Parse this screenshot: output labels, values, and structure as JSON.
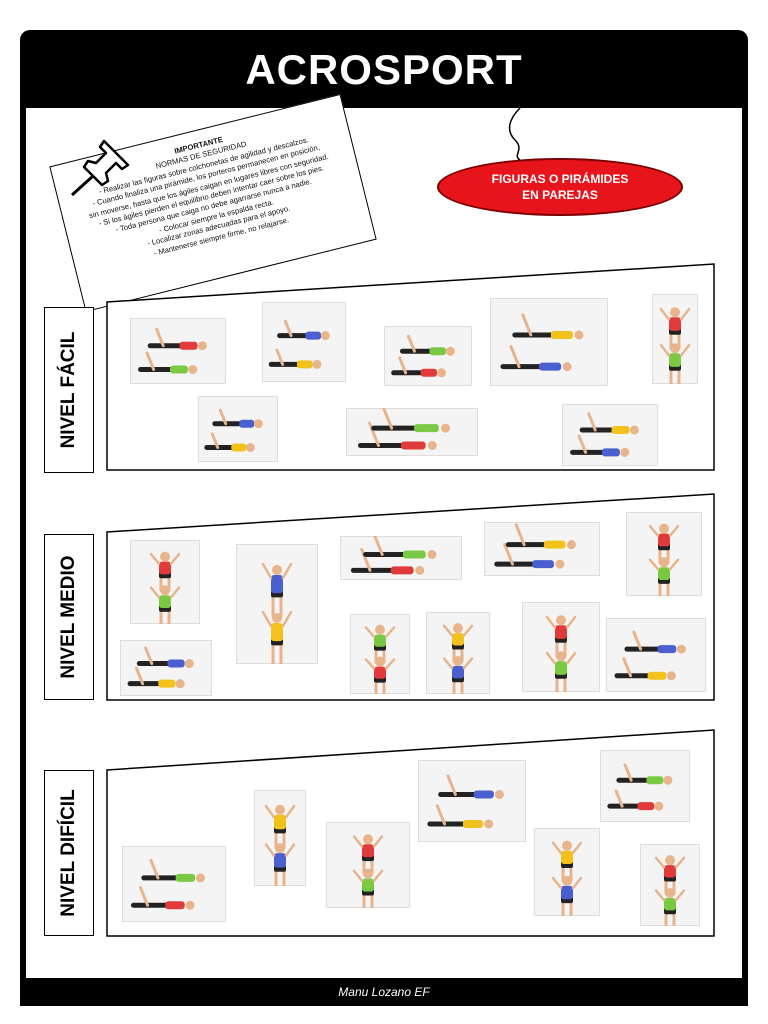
{
  "header": {
    "title": "ACROSPORT"
  },
  "badge": {
    "line1": "FIGURAS O PIRÁMIDES",
    "line2": "EN PAREJAS"
  },
  "safety_note": {
    "title": "IMPORTANTE",
    "subtitle": "NORMAS DE SEGURIDAD",
    "lines": [
      "- Realizar las figuras sobre colchonetas de agilidad y descalzos.",
      "- Cuando finaliza una pirámide, los porteros permanecen en posición,",
      "sin moverse, hasta que los ágiles caigan en lugares libres con seguridad.",
      "- Si los ágiles pierden el equilibrio deben intentar caer sobre los pies.",
      "- Toda persona que caiga no debe agarrarse nunca a nadie.",
      "- Colocar siempre la espalda recta.",
      "- Localizar zonas adecuadas para el apoyo.",
      "- Mantenerse siempre firme, no relajarse."
    ]
  },
  "levels": [
    {
      "label": "NIVEL FÁCIL"
    },
    {
      "label": "NIVEL MEDIO"
    },
    {
      "label": "NIVEL DIFÍCIL"
    }
  ],
  "footer": {
    "credit": "Manu Lozano EF"
  },
  "colors": {
    "frame": "#000000",
    "badge_red": "#e8141b",
    "shirt_green": "#7ac943",
    "shirt_yellow": "#f2c21b",
    "shirt_red": "#e03a3a",
    "shirt_blue": "#4a5fd0",
    "skin": "#e8b48c",
    "shorts_dark": "#222222"
  },
  "figure_icons": "acrosport-pair-figure"
}
